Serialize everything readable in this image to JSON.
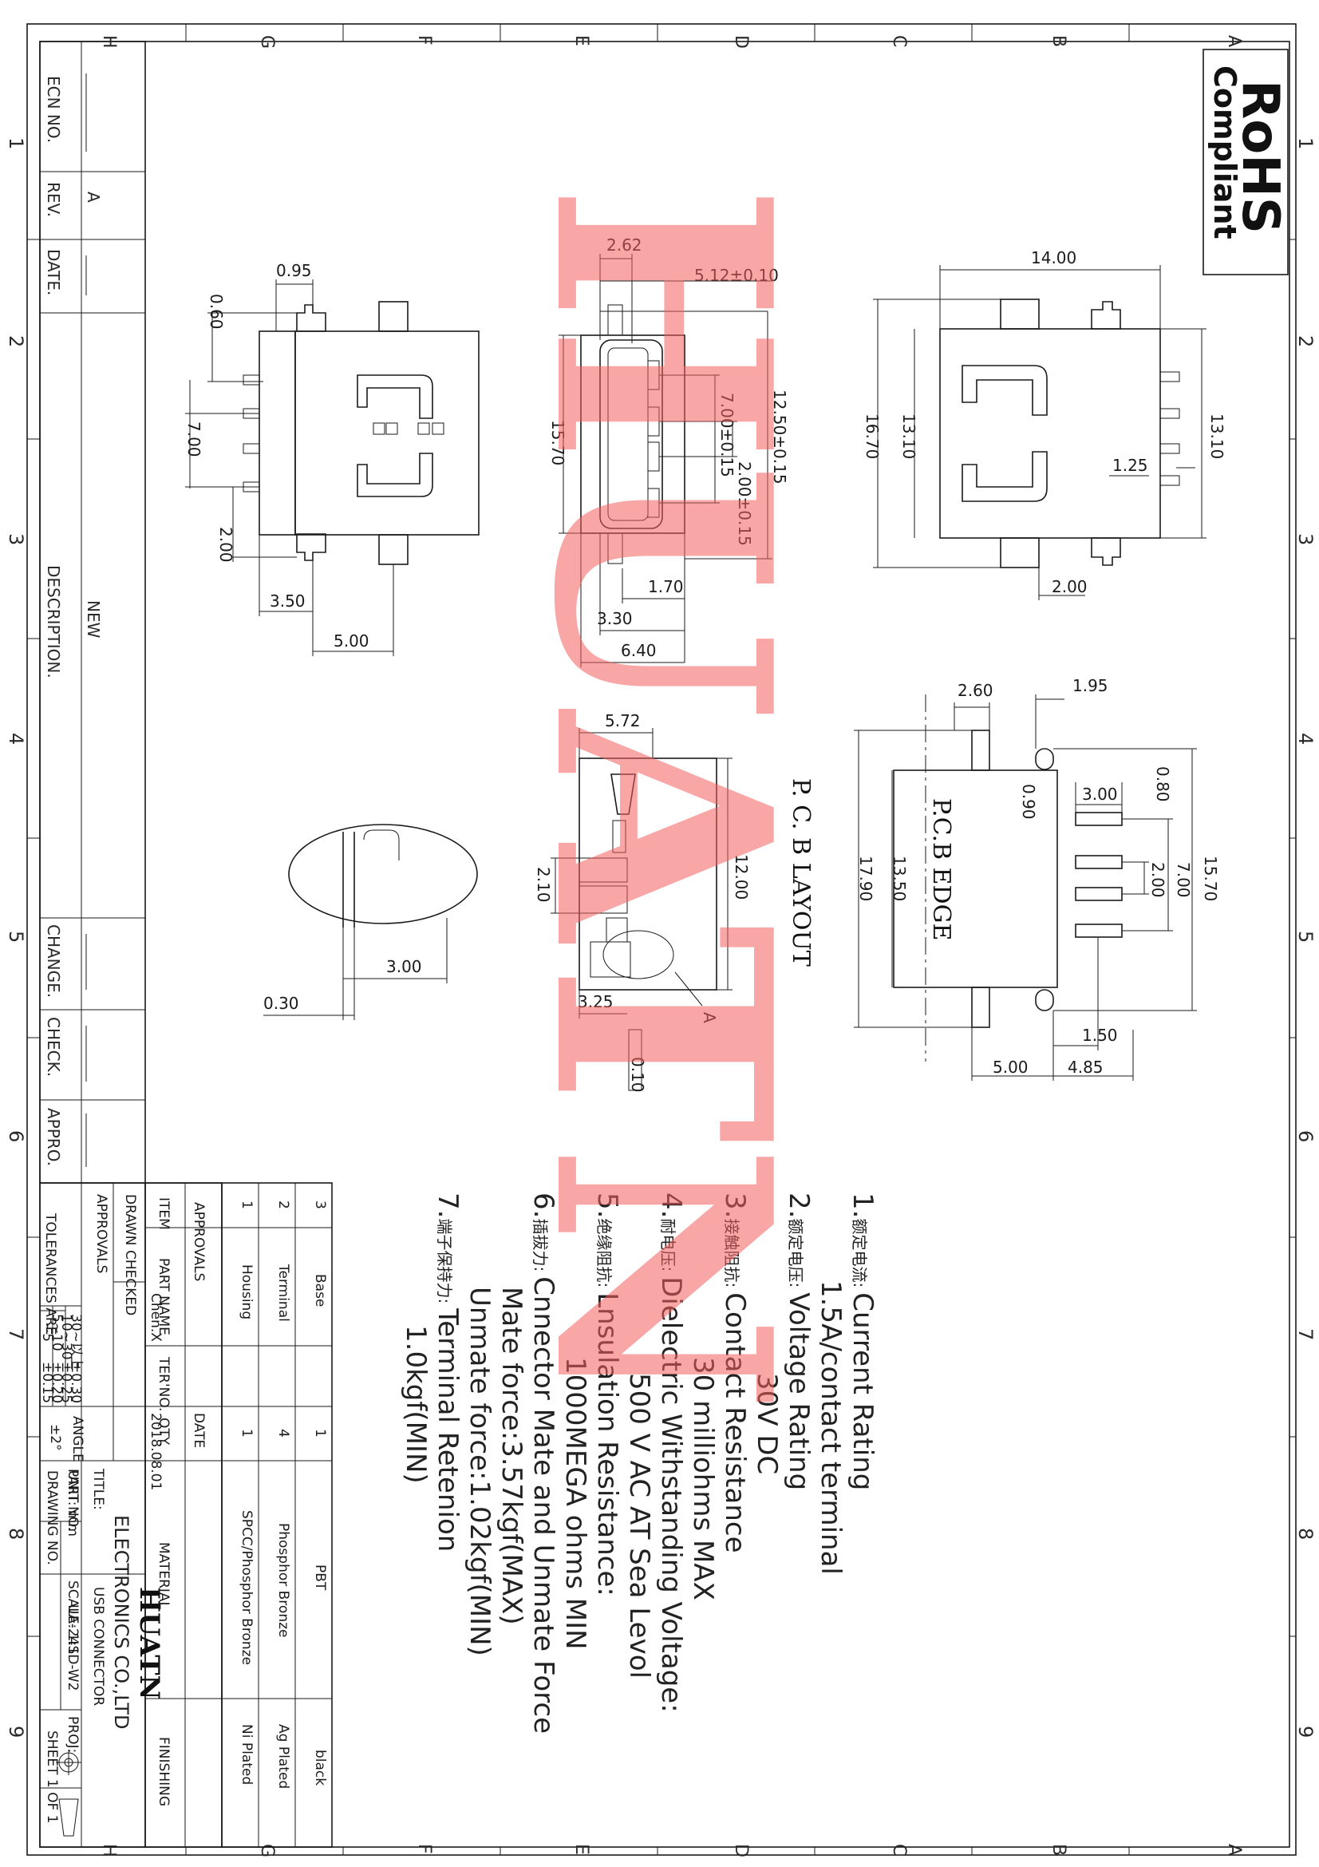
{
  "border": {
    "row_letters": [
      "A",
      "B",
      "C",
      "D",
      "E",
      "F",
      "G",
      "H"
    ],
    "col_numbers": [
      "1",
      "2",
      "3",
      "4",
      "5",
      "6",
      "7",
      "8",
      "9"
    ]
  },
  "rohs": {
    "line1": "RoHS",
    "line2": "Compliant"
  },
  "watermark": "HUATN",
  "revision_table": {
    "headers": [
      "ECN NO.",
      "REV.",
      "DATE.",
      "DESCRIPTION.",
      "CHANGE.",
      "CHECK.",
      "APPRO."
    ],
    "rev": "A",
    "description": "NEW"
  },
  "views": {
    "pcb_layout_title": "P. C. B LAYOUT",
    "pcb_edge_label": "P.C.B EDGE",
    "detail_label": "A",
    "flatness": "0.10"
  },
  "dims": {
    "top_view": [
      "14.00",
      "16.70",
      "13.10",
      "13.10",
      "1.25",
      "2.00"
    ],
    "front_view": [
      "2.62",
      "5.12±0.10",
      "12.50±0.15",
      "15.70",
      "7.00±0.15",
      "2.00±0.15",
      "1.70",
      "3.30",
      "6.40"
    ],
    "side_view": [
      "0.95",
      "0.60",
      "7.00",
      "2.00",
      "3.50",
      "5.00"
    ],
    "pcb_layout": [
      "2.60",
      "1.95",
      "0.80",
      "0.90",
      "3.00",
      "17.90",
      "13.50",
      "15.70",
      "7.00",
      "2.00",
      "1.50",
      "5.00",
      "4.85"
    ],
    "bottom_view": [
      "5.72",
      "12.00",
      "2.10",
      "3.25"
    ],
    "detail_view": [
      "3.00",
      "0.30"
    ]
  },
  "notes": [
    {
      "num": "1.",
      "cn": "额定电流:",
      "en": "Current Rating",
      "values": [
        "1.5A/contact terminal"
      ]
    },
    {
      "num": "2.",
      "cn": "额定电压:",
      "en": "Voltage Rating",
      "values": [
        "30V DC"
      ]
    },
    {
      "num": "3.",
      "cn": "接触阻抗:",
      "en": "Contact Resistance",
      "values": [
        "30 milliohms MAX"
      ]
    },
    {
      "num": "4.",
      "cn": "耐电压:",
      "en": "Dielectric Withstanding Voltage:",
      "values": [
        "500 V AC AT Sea Levol"
      ]
    },
    {
      "num": "5.",
      "cn": "绝缘阻抗:",
      "en": "Lnsulation Resistance:",
      "values": [
        "1000MEGA ohms MIN"
      ]
    },
    {
      "num": "6.",
      "cn": "插拔力:",
      "en": "Cnnector Mate and Unmate Force",
      "values": [
        "Mate force:3.57kgf(MAX)",
        "Unmate force:1.02kgf(MIN)"
      ]
    },
    {
      "num": "7.",
      "cn": "端子保持力:",
      "en": "Terminal Retenion",
      "values": [
        "1.0kgf(MIN)"
      ]
    }
  ],
  "bom": {
    "headers": [
      "ITEM",
      "PART NAME",
      "TER'NO.",
      "QTY.",
      "MATERIAL",
      "FINISHING"
    ],
    "rows": [
      {
        "item": "3",
        "part": "Base",
        "ter": "",
        "qty": "1",
        "material": "PBT",
        "finishing": "black"
      },
      {
        "item": "2",
        "part": "Terminal",
        "ter": "",
        "qty": "4",
        "material": "Phosphor Bronze",
        "finishing": "Ag Plated"
      },
      {
        "item": "1",
        "part": "Housing",
        "ter": "",
        "qty": "1",
        "material": "SPCC/Phosphor Bronze",
        "finishing": "Ni Plated"
      }
    ]
  },
  "title_block": {
    "approvals": "APPROVALS",
    "date_label": "DATE",
    "drawn_label": "DRAWN",
    "drawn_name": "Chen.X",
    "drawn_date": "2018.08.01",
    "checked_label": "CHECKED",
    "approvals_label": "APPROVALS",
    "company_logo": "HUATN",
    "company_name": "ELECTRONICS CO.,LTD",
    "title_label": "TITLE:",
    "title_value": "USB CONNECTOR",
    "part_no_label": "PART NO.",
    "part_no_value": "UA-24SD-W2",
    "tolerances_label": "TOLERANCES ARE",
    "tol_ranges": [
      "30~以上",
      "10~30",
      "5~10",
      "~5"
    ],
    "tol_values": [
      "±0.30",
      "±0.25",
      "±0.20",
      "±0.15"
    ],
    "angle_label": "ANGLE",
    "angle_value": "±2°",
    "unit_label": "UNIT: mm",
    "scale_label": "SCALE: 1:1",
    "proj_label": "PROJ:",
    "drawing_no_label": "DRAWING NO.",
    "sheet_label": "SHEET 1 OF 1"
  }
}
